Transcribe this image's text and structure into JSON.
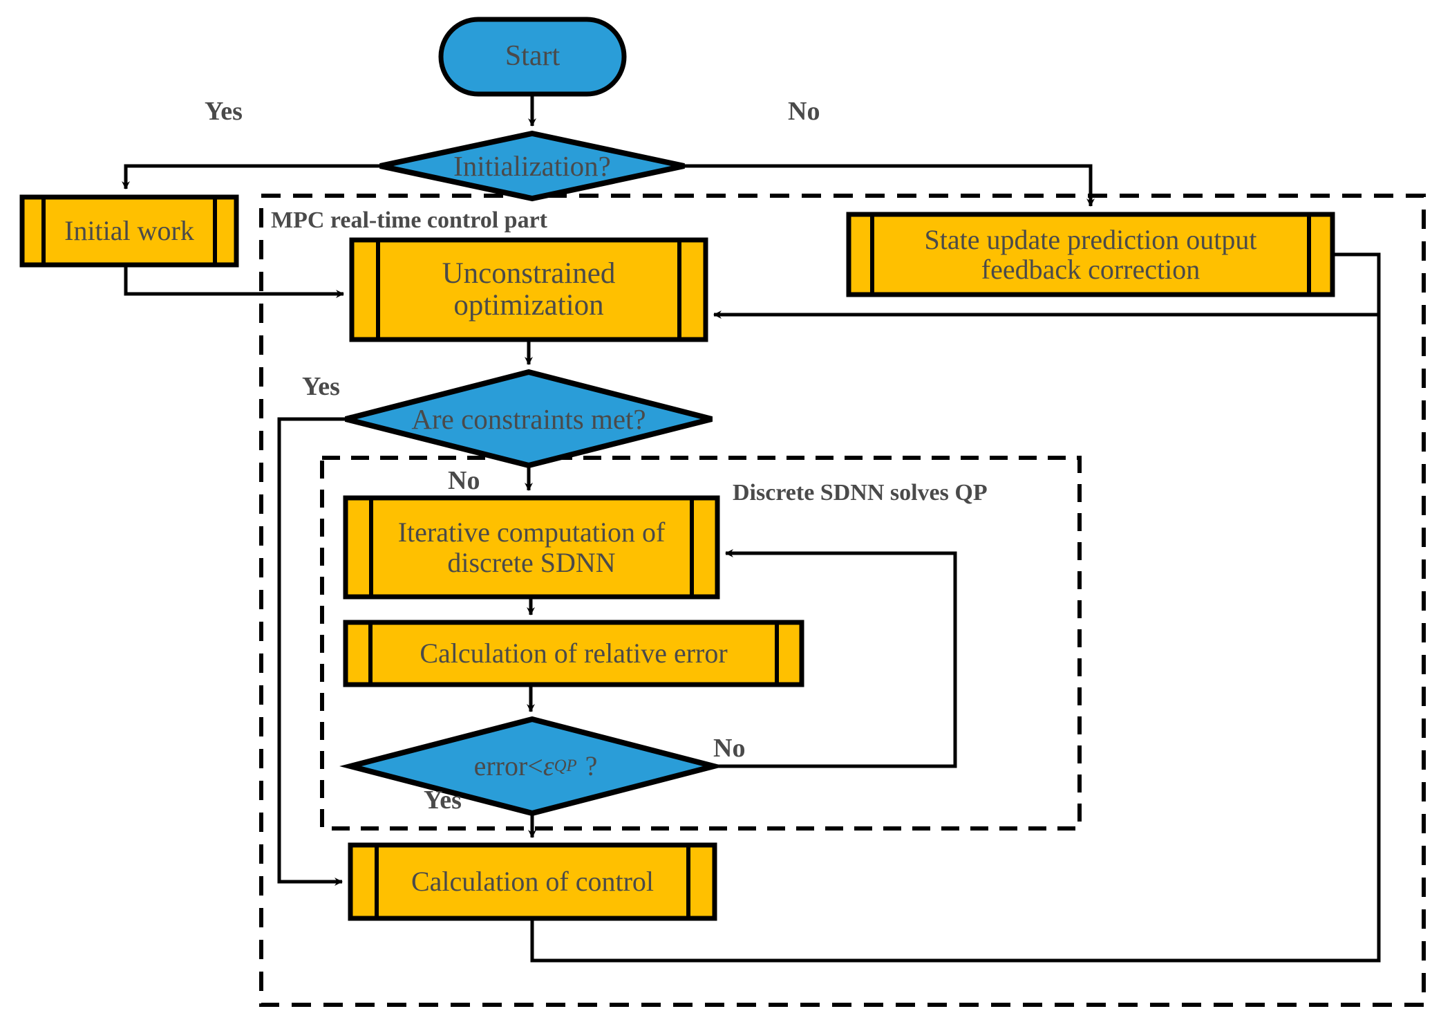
{
  "title": "MPC real-time control with discrete SDNN QP solver flowchart",
  "colors": {
    "decision_fill": "#2a9dd8",
    "process_fill": "#FFC000",
    "stroke": "#000000",
    "text": "#4a4a4a",
    "background": "#ffffff"
  },
  "nodes": {
    "start": {
      "label": "Start",
      "shape": "terminator"
    },
    "initialization": {
      "label": "Initialization?",
      "shape": "decision"
    },
    "initial_work": {
      "label": "Initial work",
      "shape": "predefined-process"
    },
    "state_update": {
      "label_line1": "State update prediction output",
      "label_line2": "feedback correction",
      "shape": "predefined-process"
    },
    "unconstrained_opt": {
      "label_line1": "Unconstrained",
      "label_line2": "optimization",
      "shape": "predefined-process"
    },
    "constraints_met": {
      "label": "Are constraints met?",
      "shape": "decision"
    },
    "iterative_sdnn": {
      "label_line1": "Iterative computation of",
      "label_line2": "discrete SDNN",
      "shape": "predefined-process"
    },
    "relative_error": {
      "label": "Calculation of relative error",
      "shape": "predefined-process"
    },
    "error_check": {
      "label_prefix": "error<",
      "label_symbol": "ε",
      "label_subscript": "QP",
      "label_suffix": "?",
      "shape": "decision"
    },
    "calc_control": {
      "label": "Calculation of control",
      "shape": "predefined-process"
    }
  },
  "edge_labels": {
    "init_yes": "Yes",
    "init_no": "No",
    "constraints_yes": "Yes",
    "constraints_no": "No",
    "error_no": "No",
    "error_yes": "Yes"
  },
  "groups": {
    "mpc": {
      "label": "MPC real-time control part"
    },
    "sdnn": {
      "label": "Discrete SDNN solves QP"
    }
  }
}
